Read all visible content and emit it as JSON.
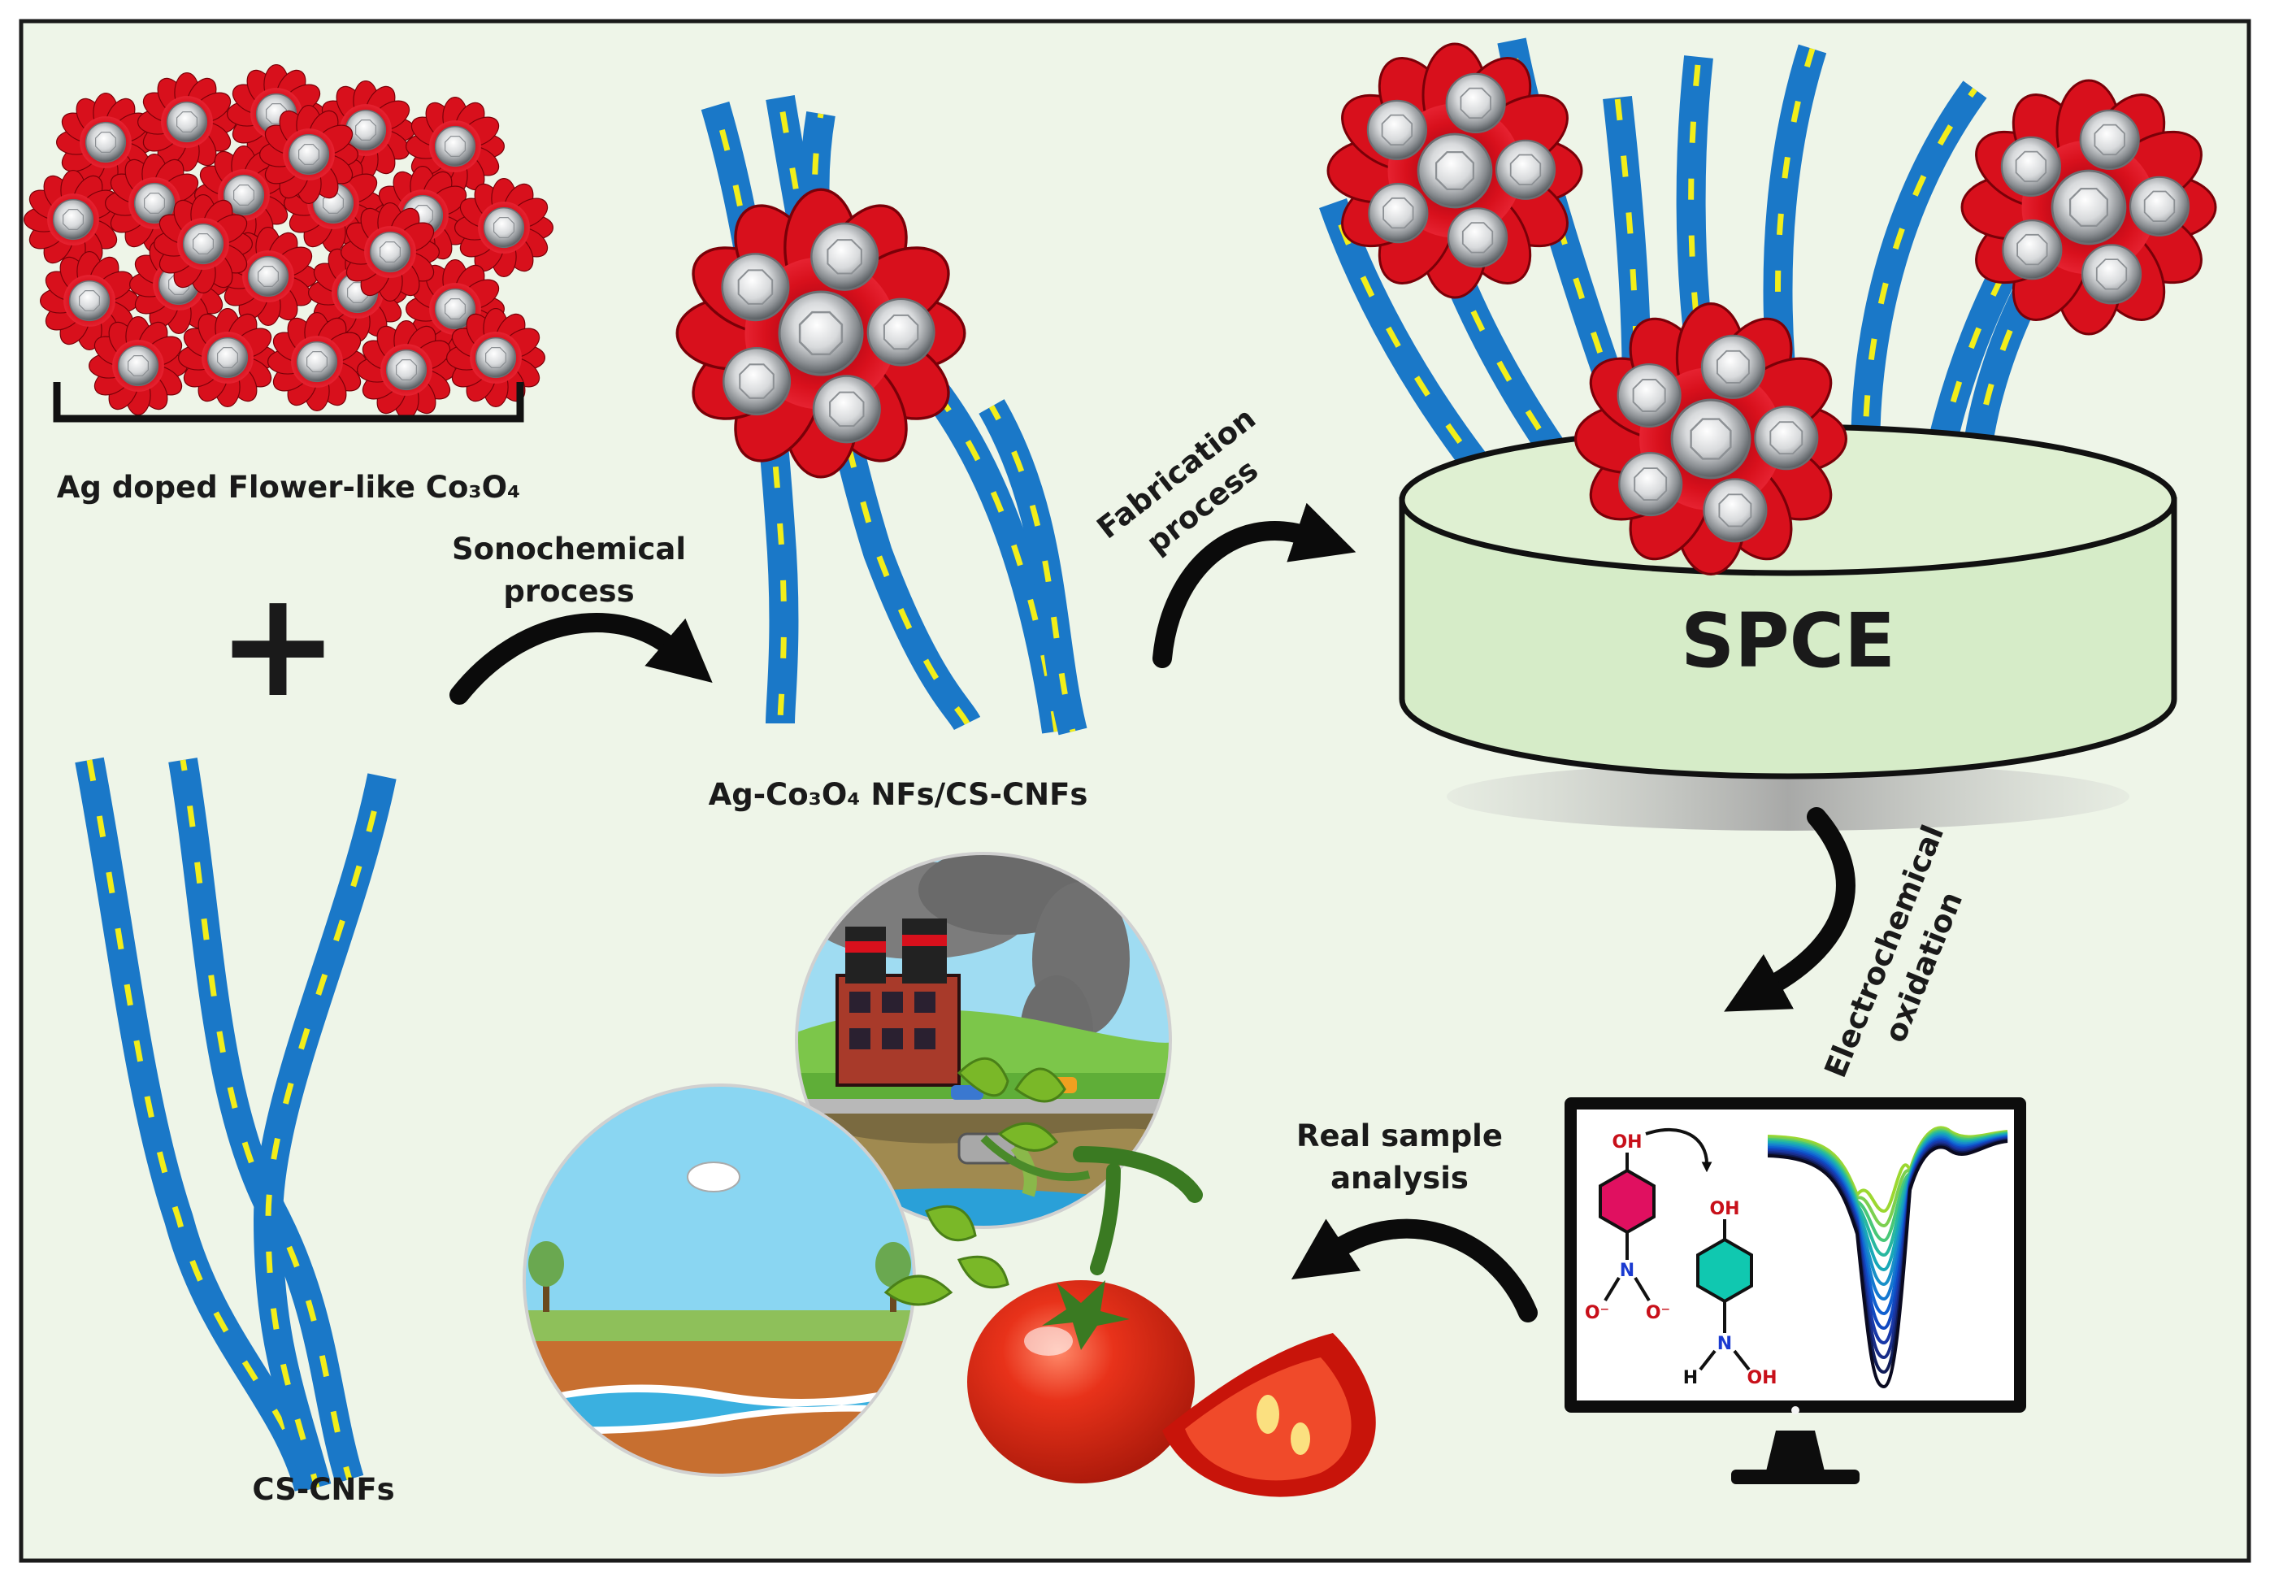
{
  "labels": {
    "ag_co3o4": "Ag doped Flower-like Co₃O₄",
    "plus": "+",
    "cs_cnfs": "CS-CNFs",
    "sonochemical_line1": "Sonochemical",
    "sonochemical_line2": "process",
    "composite": "Ag-Co₃O₄ NFs/CS-CNFs",
    "fabrication_line1": "Fabrication",
    "fabrication_line2": "process",
    "spce": "SPCE",
    "electrochemical_line1": "Electrochemical",
    "electrochemical_line2": "oxidation",
    "real_sample_line1": "Real sample",
    "real_sample_line2": "analysis"
  },
  "molecule": {
    "oh_top": "OH",
    "oh_right": "OH",
    "o_minus_left": "O⁻",
    "o_minus_right": "O⁻",
    "n_plus": "N",
    "n_hydroxylamine": "N",
    "h_label": "H",
    "oh_bottom": "OH"
  },
  "colors": {
    "background": "#eef5e8",
    "fiber_blue": "#1a78c8",
    "fiber_yellow": "#f2ee1a",
    "petal_red": "#d8101c",
    "spce_green": "#d6ecc8",
    "arrow": "#0b0b0b",
    "ring_pink": "#e01060",
    "ring_teal": "#10c8b0"
  }
}
